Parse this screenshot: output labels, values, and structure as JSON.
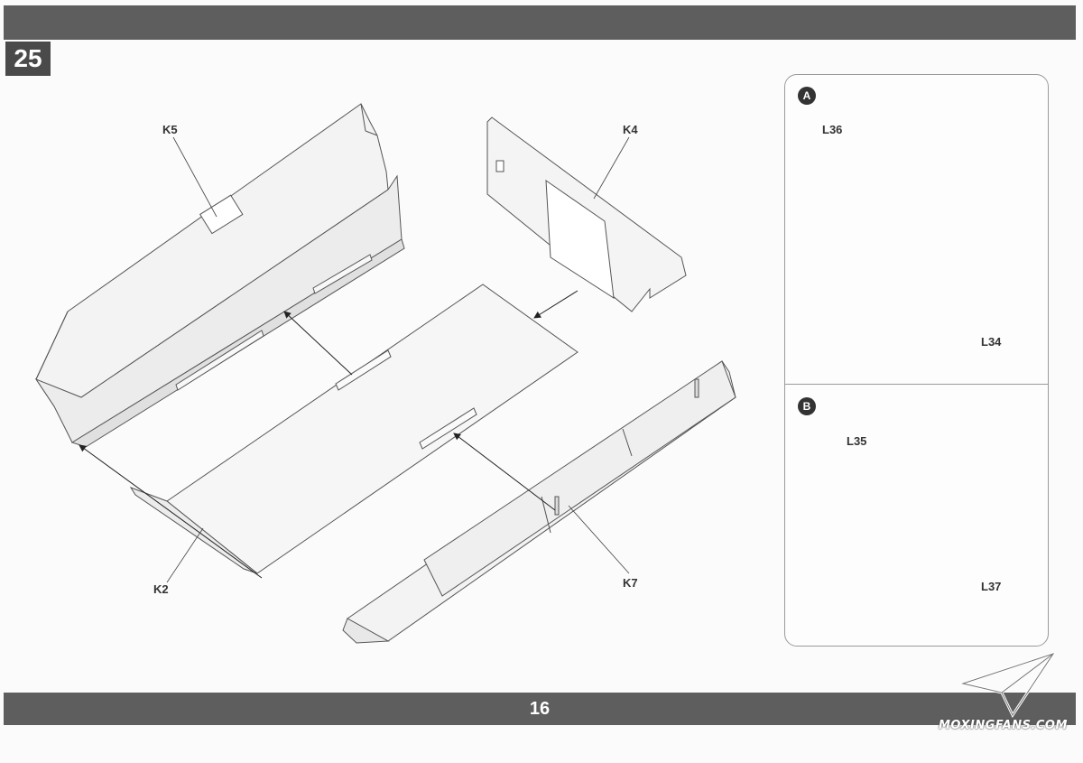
{
  "header": {
    "step_number": "25"
  },
  "footer": {
    "page_number": "16"
  },
  "main_parts": {
    "k5": "K5",
    "k4": "K4",
    "k2": "K2",
    "k7": "K7"
  },
  "inset_a": {
    "badge": "A",
    "part_1": "L36",
    "part_2": "L34"
  },
  "inset_b": {
    "badge": "B",
    "part_1": "L35",
    "part_2": "L37"
  },
  "watermark": {
    "text": "MOXINGFANS.COM",
    "logo_icon": "paper-plane-icon"
  }
}
